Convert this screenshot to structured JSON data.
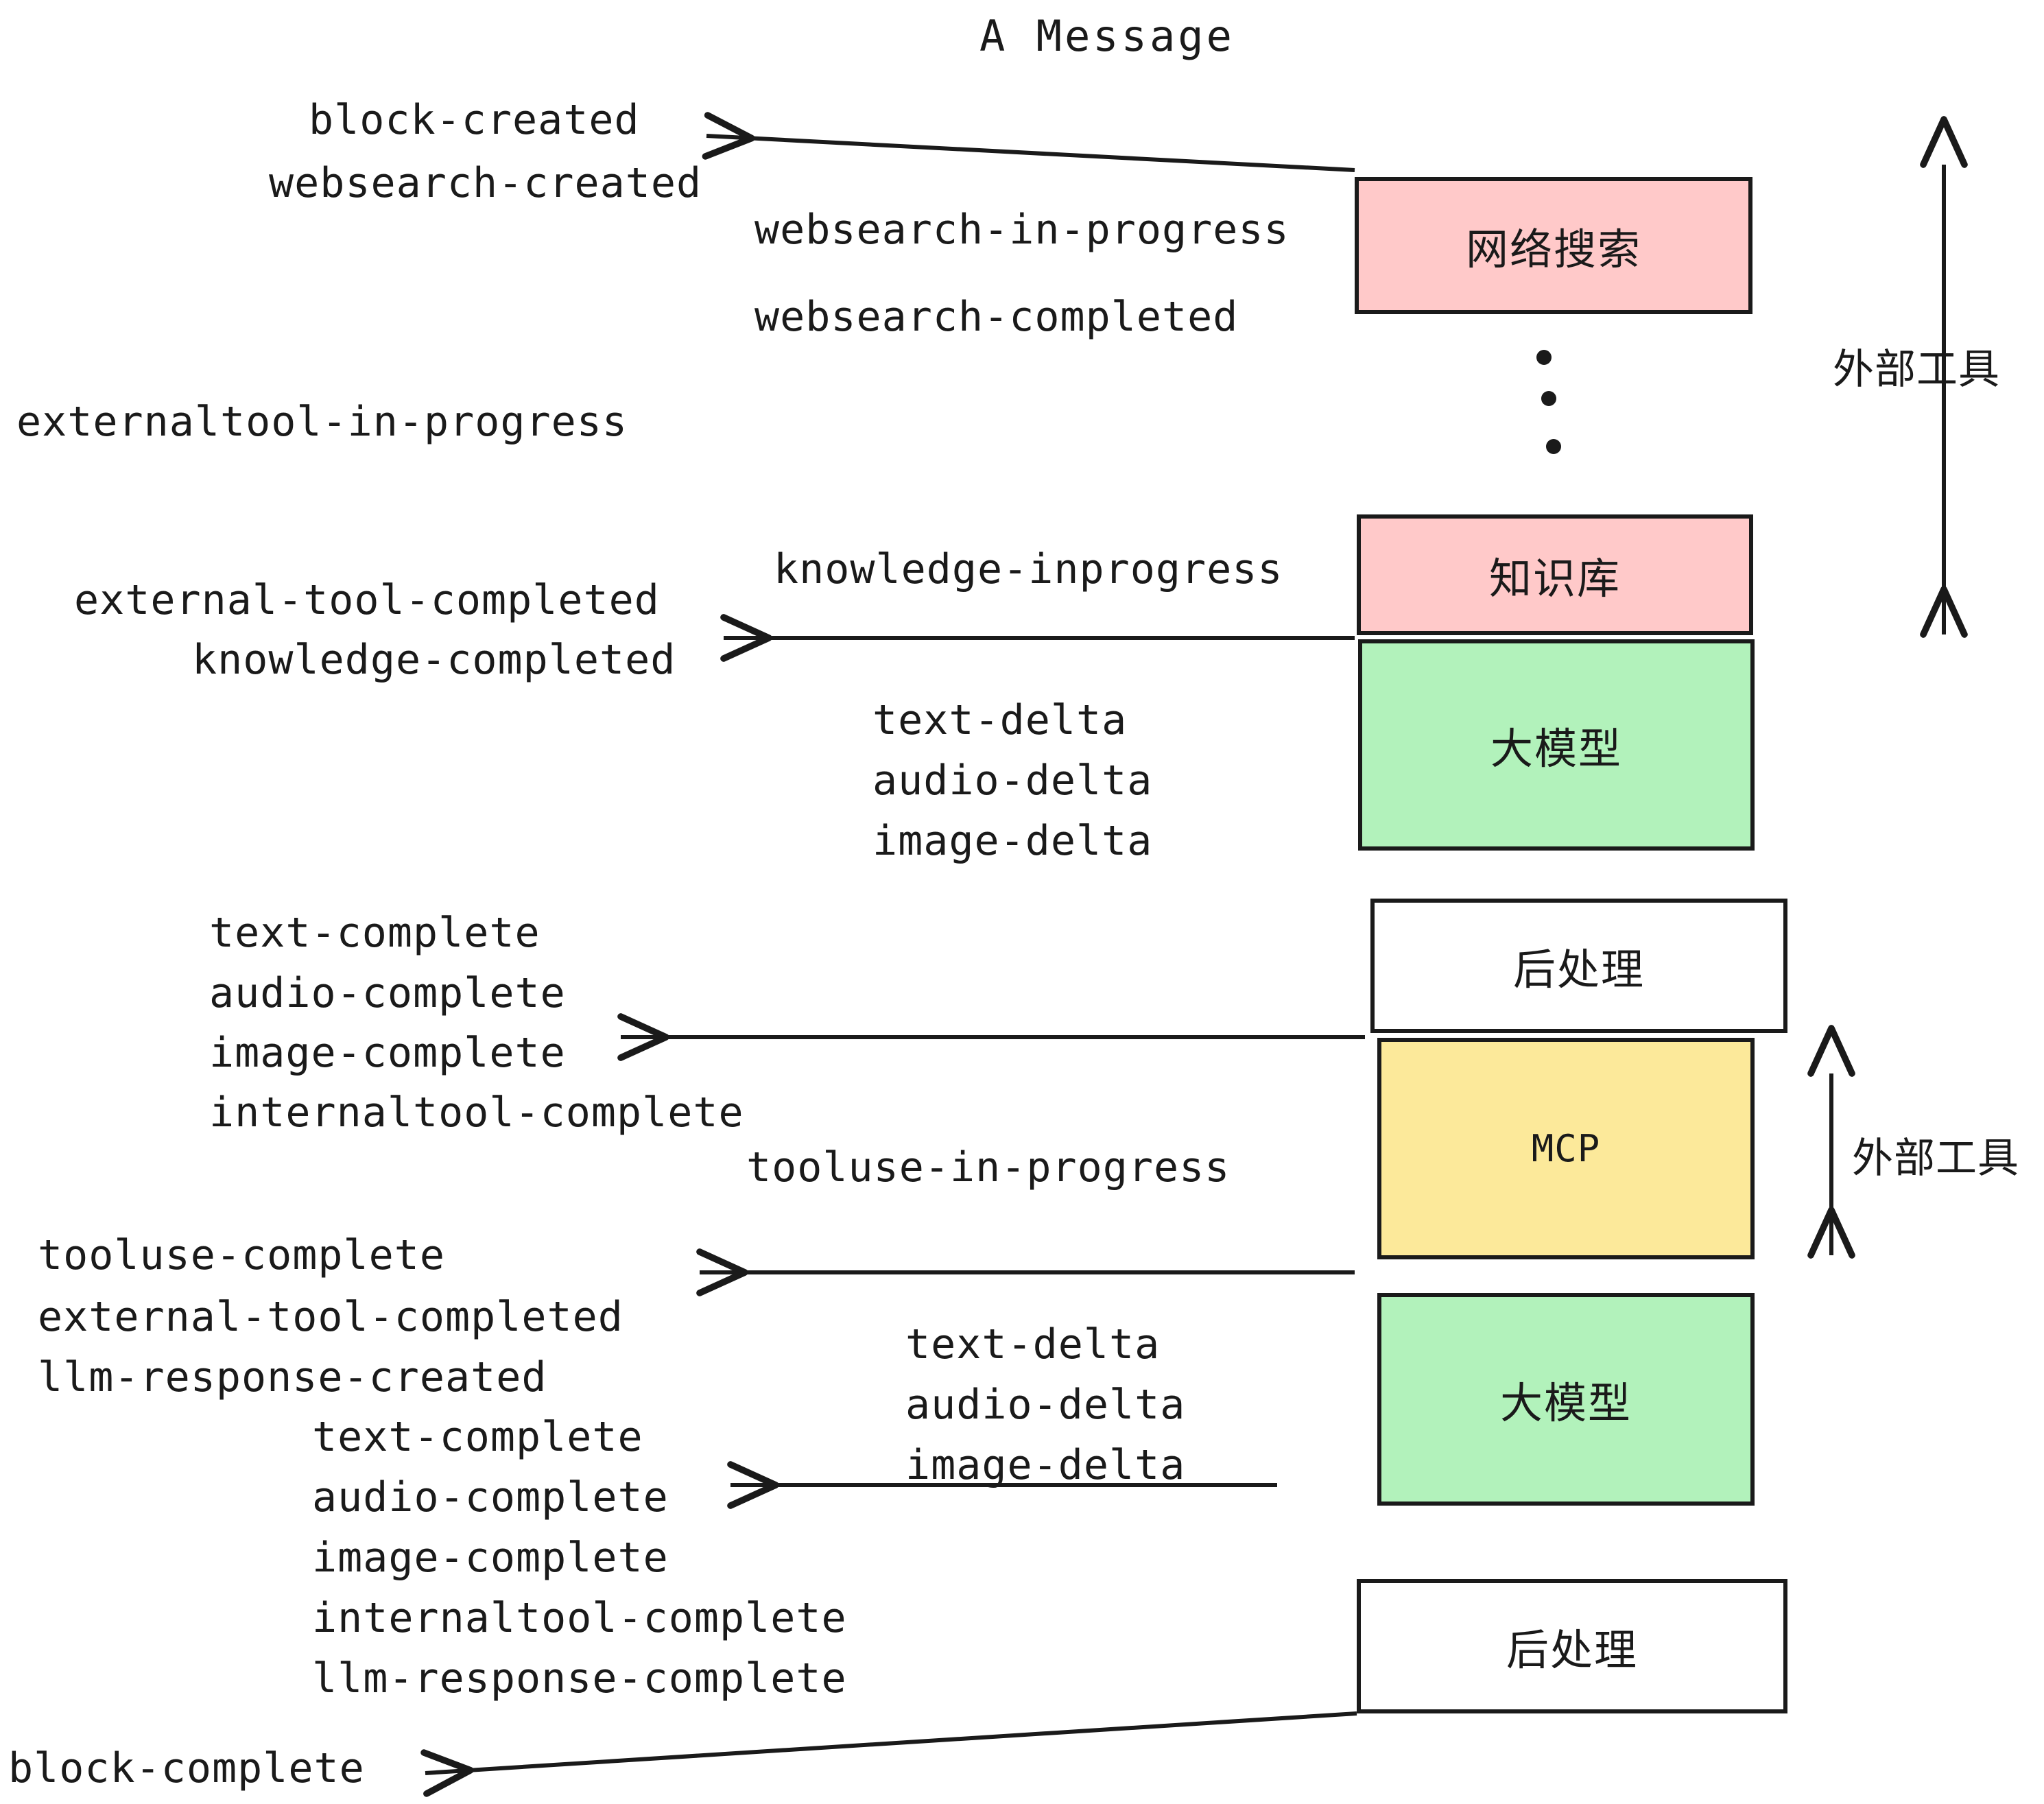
{
  "title": "A Message",
  "colors": {
    "pink": "#FFC9C9",
    "green": "#B2F2BB",
    "yellow": "#FCE99A",
    "white": "#FFFFFF",
    "stroke": "#1A1A1A"
  },
  "boxes": {
    "websearch": "网络搜索",
    "knowledge": "知识库",
    "llm_first": "大模型",
    "postprocess_first": "后处理",
    "mcp": "MCP",
    "llm_second": "大模型",
    "postprocess_second": "后处理"
  },
  "group_labels": {
    "external_tools_top": "外部工具",
    "external_tools_bottom": "外部工具"
  },
  "events": {
    "block_created": "block-created",
    "websearch_created": "websearch-created",
    "websearch_in_progress": "websearch-in-progress",
    "websearch_completed": "websearch-completed",
    "externaltool_in_progress": "externaltool-in-progress",
    "knowledge_inprogress": "knowledge-inprogress",
    "external_tool_completed_1": "external-tool-completed",
    "knowledge_completed": "knowledge-completed",
    "text_delta_1": "text-delta",
    "audio_delta_1": "audio-delta",
    "image_delta_1": "image-delta",
    "text_complete_1": "text-complete",
    "audio_complete_1": "audio-complete",
    "image_complete_1": "image-complete",
    "internaltool_complete_1": "internaltool-complete",
    "tooluse_in_progress": "tooluse-in-progress",
    "tooluse_complete": "tooluse-complete",
    "external_tool_completed_2": "external-tool-completed",
    "llm_response_created": "llm-response-created",
    "text_delta_2": "text-delta",
    "audio_delta_2": "audio-delta",
    "image_delta_2": "image-delta",
    "text_complete_2": "text-complete",
    "audio_complete_2": "audio-complete",
    "image_complete_2": "image-complete",
    "internaltool_complete_2": "internaltool-complete",
    "llm_response_complete": "llm-response-complete",
    "block_complete": "block-complete"
  }
}
